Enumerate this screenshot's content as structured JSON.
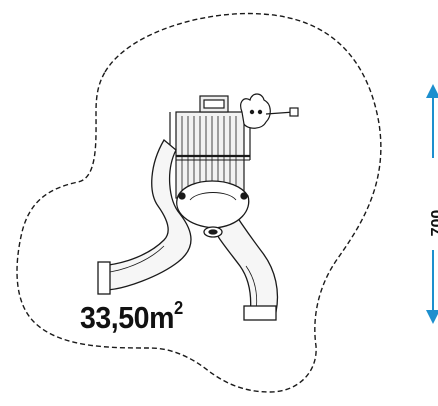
{
  "area": {
    "value": "33,50m",
    "superscript": "2"
  },
  "dimension": {
    "value": "700"
  },
  "colors": {
    "arrow": "#1d8fce",
    "outline": "#1a1a1a"
  }
}
